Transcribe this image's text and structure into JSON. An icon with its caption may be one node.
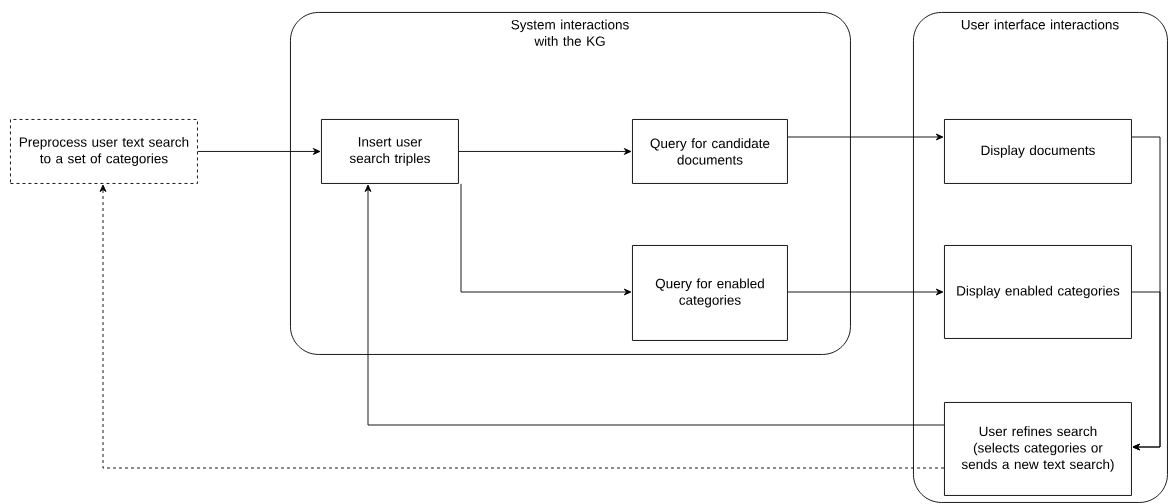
{
  "diagram": {
    "nodes": [
      {
        "text": [
          "Preprocess user text search to a set of categories"
        ]
      },
      {
        "text": [
          "System interactions with the KG"
        ]
      },
      {
        "text": [
          "Insert user search triples"
        ],
        "in": 1
      },
      {
        "text": [
          "Query for candidate documents"
        ],
        "in": 1
      },
      {
        "text": [
          "Query for enabled categories"
        ],
        "in": 1
      },
      {
        "text": [
          "User interface interactions"
        ]
      },
      {
        "text": [
          "Display documents"
        ],
        "in": 5
      },
      {
        "text": [
          "Display enabled categories"
        ],
        "in": 5
      },
      {
        "text": [
          "User refines search (selects categories or sends a new text search)"
        ],
        "in": 5
      }
    ],
    "edges": [
      {
        "from": 0,
        "to": 2,
        "arrow": "to"
      },
      {
        "from": 2,
        "to": 3,
        "arrow": "to"
      },
      {
        "from": 2,
        "to": 4,
        "arrow": "to"
      },
      {
        "from": 3,
        "to": 6,
        "arrow": "to"
      },
      {
        "from": 4,
        "to": 7,
        "arrow": "to"
      },
      {
        "from": 6,
        "to": 8,
        "arrow": "to"
      },
      {
        "from": 7,
        "to": 8,
        "arrow": "to"
      },
      {
        "from": 8,
        "to": 2,
        "arrow": "to"
      },
      {
        "from": 8,
        "to": 0,
        "arrow": "to",
        "style": "dashed"
      }
    ]
  }
}
